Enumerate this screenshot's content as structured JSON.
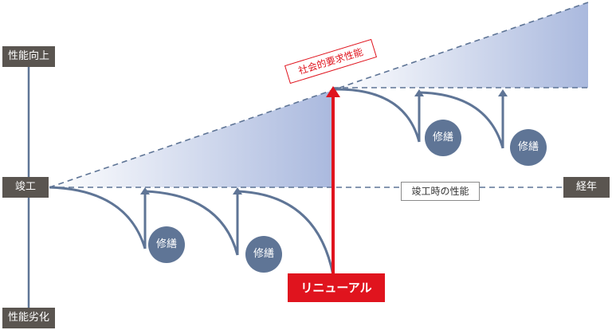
{
  "labels": {
    "top": "性能向上",
    "middle": "竣工",
    "bottom": "性能劣化",
    "time_axis": "経年"
  },
  "renewal": "リニューアル",
  "social_demand": "社会的要求性能",
  "completion_performance": "竣工時の性能",
  "repairs": [
    "修繕",
    "修繕",
    "修繕",
    "修繕"
  ],
  "colors": {
    "accent_red": "#e0141e",
    "curve_blue": "#5f7596",
    "fill_blue": "#aab9de",
    "tag_gray": "#5a5550"
  }
}
